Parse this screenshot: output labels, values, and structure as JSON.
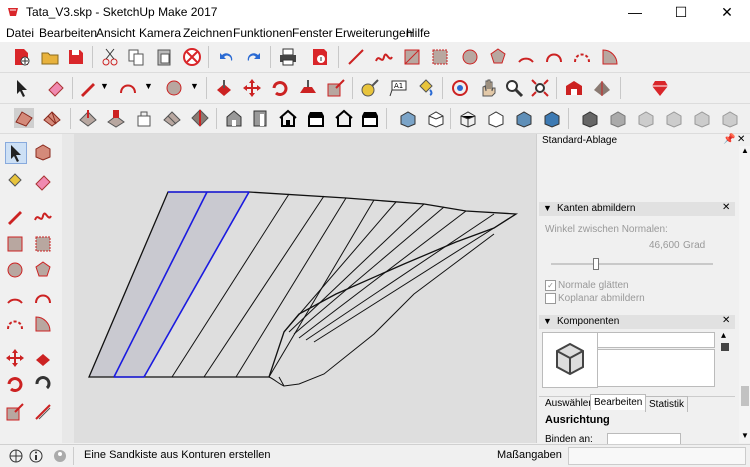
{
  "window": {
    "title": "Tata_V3.skp - SketchUp Make 2017",
    "minimize": "—",
    "maximize": "☐",
    "close": "✕"
  },
  "menu": [
    "Datei",
    "Bearbeiten",
    "Ansicht",
    "Kamera",
    "Zeichnen",
    "Funktionen",
    "Fenster",
    "Erweiterungen",
    "Hilfe"
  ],
  "tray": {
    "title": "Standard-Ablage",
    "soften": {
      "header": "Kanten abmildern",
      "angle_label": "Winkel zwischen Normalen:",
      "angle_value": "46,600",
      "angle_unit": "Grad",
      "slider_value": 0.26,
      "smooth_normals": "Normale glätten",
      "soften_coplanar": "Koplanar abmildern"
    },
    "components": {
      "header": "Komponenten",
      "tabs": [
        "Auswählen",
        "Bearbeiten",
        "Statistik"
      ],
      "active_tab": "Bearbeiten",
      "section": "Ausrichtung",
      "bind_label": "Binden an:"
    }
  },
  "status": {
    "message": "Eine Sandkiste aus Konturen erstellen",
    "measure_label": "Maßangaben"
  },
  "icons": {
    "toolbar1": [
      "new-file",
      "open",
      "save",
      "cut",
      "copy",
      "paste",
      "erase",
      "undo",
      "redo",
      "print",
      "model-info",
      "line",
      "arc",
      "rectangle",
      "circle",
      "polygon",
      "pie",
      "arc-3pt",
      "rotated-rect"
    ],
    "toolbar2": [
      "select",
      "eraser",
      "pencil",
      "arc",
      "shape",
      "push-pull",
      "move",
      "rotate",
      "follow-me",
      "scale",
      "tape",
      "text",
      "paint",
      "orbit",
      "pan",
      "zoom",
      "zoom-extents",
      "warehouse",
      "extension",
      "ruby"
    ],
    "toolbar3": [
      "sandbox-contours",
      "sandbox-scratch",
      "smoove",
      "stamp",
      "drape",
      "add-detail",
      "flip-edge",
      "house1",
      "house2",
      "house3",
      "house4",
      "house5",
      "iso",
      "top",
      "front",
      "right",
      "back",
      "left",
      "bottom",
      "xray",
      "backedges",
      "wireframe",
      "hidden",
      "shaded",
      "textured",
      "mono"
    ],
    "left": [
      "select",
      "component",
      "paint",
      "eraser",
      "pencil",
      "freehand",
      "rectangle",
      "rect-rot",
      "circle",
      "polygon",
      "arc",
      "arc2",
      "pie",
      "arc3pt",
      "move",
      "pushpull",
      "rotate",
      "followme",
      "scale",
      "offset"
    ]
  }
}
